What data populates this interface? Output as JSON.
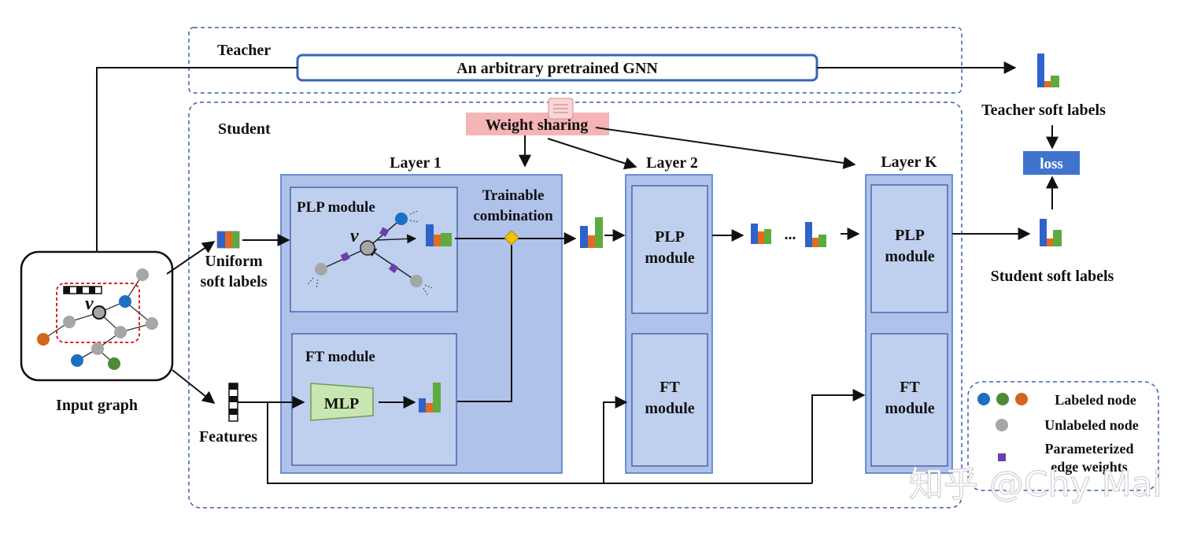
{
  "teacher": {
    "title": "Teacher",
    "gnn_label": "An arbitrary pretrained GNN",
    "soft_labels": "Teacher soft labels"
  },
  "student": {
    "title": "Student",
    "weight_sharing": "Weight sharing",
    "layer1": {
      "title": "Layer 1",
      "plp_title": "PLP module",
      "node_label": "v",
      "ft_title": "FT module",
      "mlp": "MLP",
      "combo_line1": "Trainable",
      "combo_line2": "combination"
    },
    "layer2": {
      "title": "Layer 2",
      "plp_line1": "PLP",
      "plp_line2": "module",
      "ft_line1": "FT",
      "ft_line2": "module"
    },
    "layerk": {
      "title": "Layer K",
      "plp_line1": "PLP",
      "plp_line2": "module",
      "ft_line1": "FT",
      "ft_line2": "module"
    },
    "ellipsis": "...",
    "soft_labels": "Student soft labels"
  },
  "loss": "loss",
  "input": {
    "graph_label": "Input graph",
    "node_label": "v",
    "uniform_line1": "Uniform",
    "uniform_line2": "soft labels",
    "features": "Features"
  },
  "legend": {
    "labeled": "Labeled node",
    "unlabeled": "Unlabeled node",
    "edge_line1": "Parameterized",
    "edge_line2": "edge weights"
  },
  "watermark": "知乎 @Chy Mai",
  "colors": {
    "layer_fill": "#aec2ea",
    "layer_border": "#4a74c4",
    "inner_fill": "#bfcfee",
    "dashed_border": "#3b5fb0",
    "gnn_border": "#3a64b7",
    "weight_sharing_bg": "#f5b4b6",
    "loss_bg": "#3f73cc",
    "mlp_fill": "#c8e6b2",
    "mlp_border": "#6f9c55",
    "bar_blue": "#2f63c9",
    "bar_orange": "#e46b1d",
    "bar_green": "#5faa3e",
    "node_blue": "#1d6fc2",
    "node_green": "#4e8a37",
    "node_orange": "#d1661a",
    "node_gray": "#a6a6a6",
    "edge_purple": "#6a3fb0",
    "diamond": "#f2c200",
    "graph_dash": "#e02020"
  }
}
